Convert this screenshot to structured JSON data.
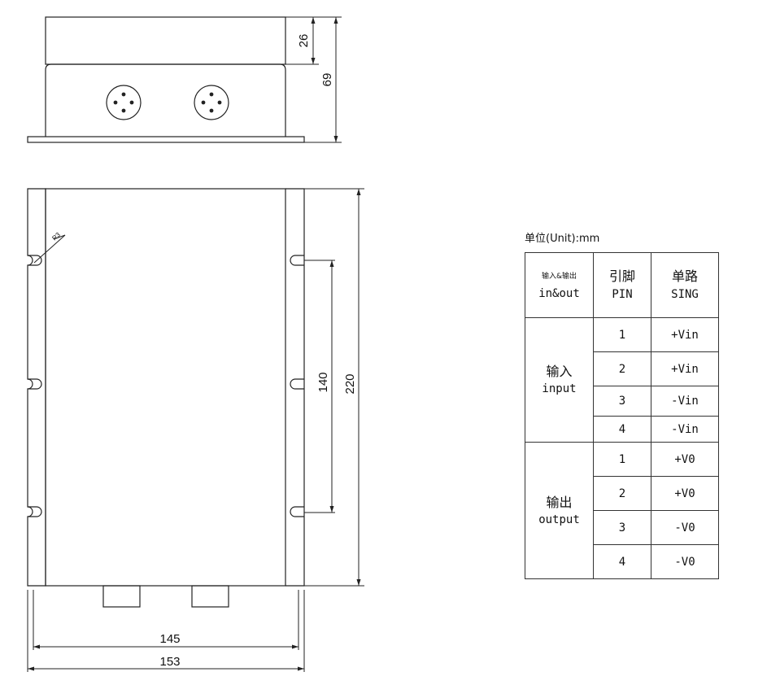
{
  "dimensions": {
    "top_height": "26",
    "total_height": "69",
    "mount_spacing": "140",
    "length": "220",
    "inner_width": "145",
    "outer_width": "153",
    "corner_radius": "R3"
  },
  "unit_label": "单位(Unit):mm",
  "table": {
    "headers": [
      {
        "zh": "输入&输出",
        "en": "in&out"
      },
      {
        "zh": "引脚",
        "en": "PIN"
      },
      {
        "zh": "单路",
        "en": "SING"
      }
    ],
    "groups": [
      {
        "zh": "输入",
        "en": "input",
        "rows": [
          {
            "pin": "1",
            "sing": "+Vin"
          },
          {
            "pin": "2",
            "sing": "+Vin"
          },
          {
            "pin": "3",
            "sing": "-Vin"
          },
          {
            "pin": "4",
            "sing": "-Vin"
          }
        ]
      },
      {
        "zh": "输出",
        "en": "output",
        "rows": [
          {
            "pin": "1",
            "sing": "+V0"
          },
          {
            "pin": "2",
            "sing": "+V0"
          },
          {
            "pin": "3",
            "sing": "-V0"
          },
          {
            "pin": "4",
            "sing": "-V0"
          }
        ]
      }
    ]
  }
}
